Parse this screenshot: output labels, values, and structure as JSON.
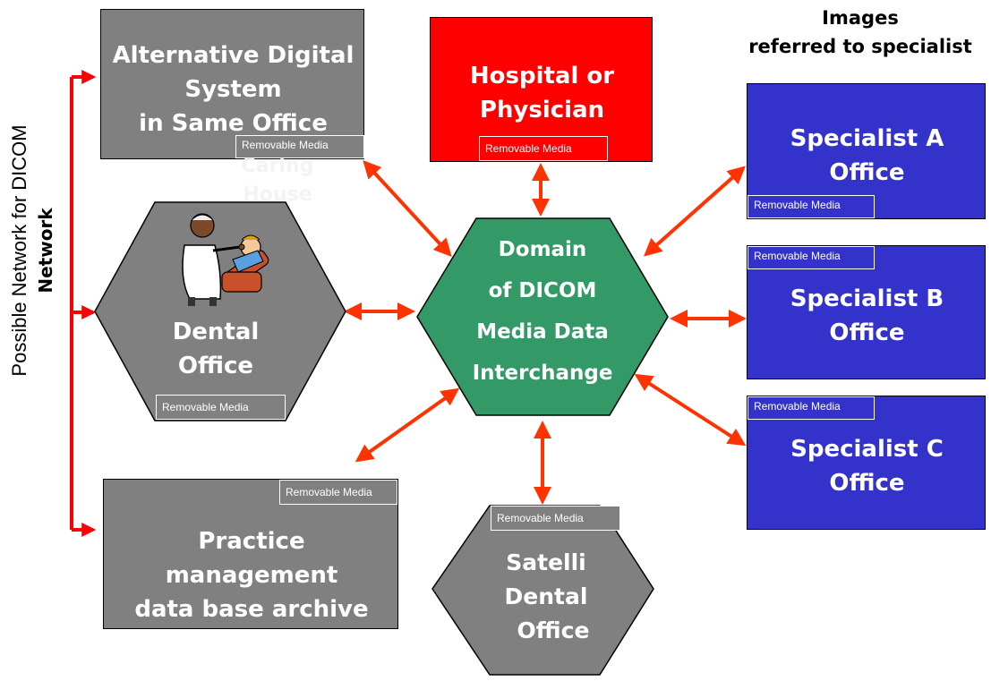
{
  "side_label": {
    "line1": "Possible Network for DICOM",
    "line2": "Network"
  },
  "top_right_label": {
    "line1": "Images",
    "line2": "referred to specialist"
  },
  "nodes": {
    "alt_digital": {
      "line1": "Alternative Digital",
      "line2": "System",
      "line3": "in Same Office",
      "ghost1": "Caring",
      "ghost2": "House",
      "media": "Removable Media",
      "color": "#808080"
    },
    "hospital": {
      "line1": "Hospital or",
      "line2": "Physician",
      "media": "Removable Media",
      "color": "#ff0000"
    },
    "specialist_a": {
      "line1": "Specialist A",
      "line2": "Office",
      "media": "Removable Media",
      "color": "#3333cc"
    },
    "specialist_b": {
      "line1": "Specialist B",
      "line2": "Office",
      "media": "Removable Media",
      "color": "#3333cc"
    },
    "specialist_c": {
      "line1": "Specialist C",
      "line2": "Office",
      "media": "Removable Media",
      "color": "#3333cc"
    },
    "dental": {
      "line1": "Dental",
      "line2": "Office",
      "media": "Removable Media",
      "color": "#808080"
    },
    "domain": {
      "line1": "Domain",
      "line2": "of DICOM",
      "line3": "Media Data",
      "line4": "Interchange",
      "color": "#339966"
    },
    "practice": {
      "line1": "Practice",
      "line2": "management",
      "line3": "data base archive",
      "media": "Removable Media",
      "color": "#808080"
    },
    "satellite": {
      "line1": "Satelli",
      "line2": "Dental",
      "line3": "Office",
      "media": "Removable Media",
      "color": "#808080"
    }
  },
  "colors": {
    "arrow": "#ff3300",
    "network_line": "#ff0000"
  }
}
